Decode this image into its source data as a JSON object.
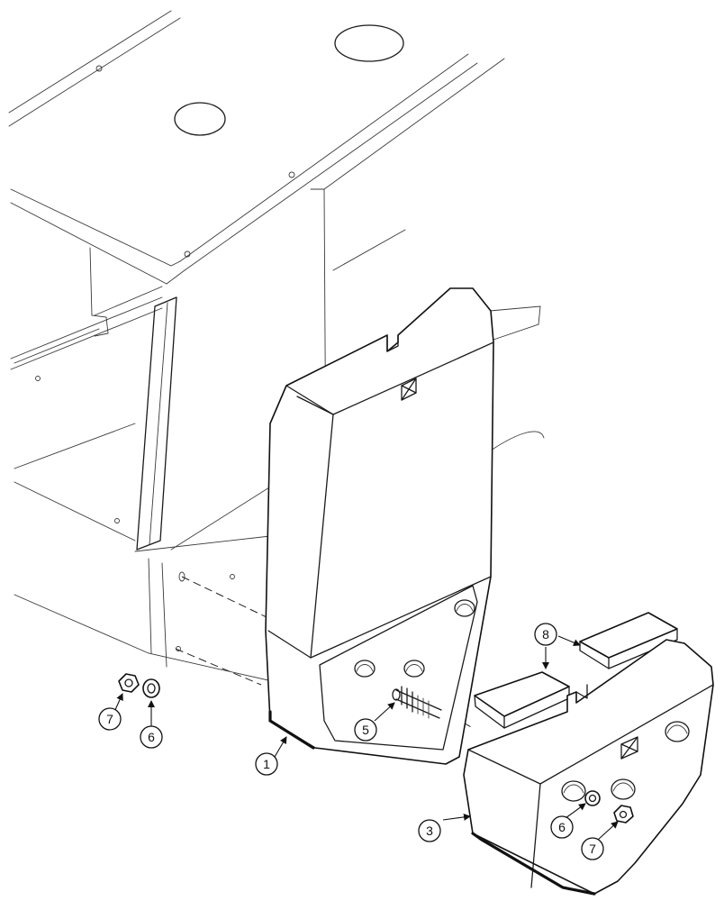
{
  "callouts": {
    "c1": "1",
    "c3": "3",
    "c5": "5",
    "c6a": "6",
    "c6b": "6",
    "c7a": "7",
    "c7b": "7",
    "c8": "8"
  }
}
